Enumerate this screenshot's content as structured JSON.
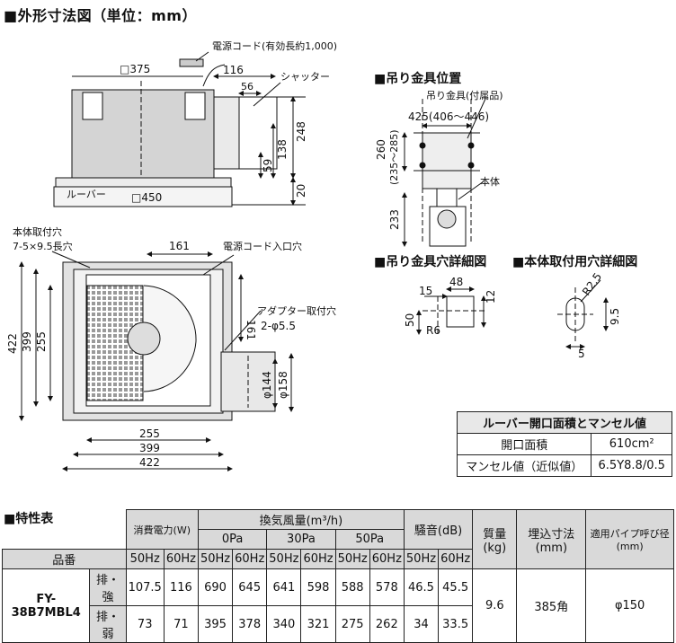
{
  "heading": "■外形寸法図（単位：mm）",
  "section_hanger_position": "■吊り金具位置",
  "section_hanger_hole": "■吊り金具穴詳細図",
  "section_body_hole": "■本体取付用穴詳細図",
  "section_spec": "■特性表",
  "side_view": {
    "power_cord": "電源コード(有効長約1,000)",
    "shutter": "シャッター",
    "louver": "ルーバー",
    "louver_size": "□450",
    "top_size": "□375",
    "d116": "116",
    "d56": "56",
    "d248": "248",
    "d138": "138",
    "d59": "59",
    "d20": "20"
  },
  "plan_view": {
    "mount_hole": "本体取付穴",
    "mount_hole_size": "7-5×9.5長穴",
    "cord_inlet": "電源コード入口穴",
    "adapter_hole": "アダプター取付穴",
    "adapter_hole_size": "2-φ5.5",
    "d161a": "161",
    "d161b": "161",
    "d422v": "422",
    "d399v": "399",
    "d255v": "255",
    "d255h": "255",
    "d399h": "399",
    "d422h": "422",
    "d144": "φ144",
    "d158": "φ158"
  },
  "hanger": {
    "hanger_part": "吊り金具(付属品)",
    "dim_425": "425(406～446)",
    "dim_260": "260",
    "dim_260r": "(235～285)",
    "body": "本体",
    "dim_233": "233"
  },
  "hanger_hole": {
    "d15": "15",
    "d48": "48",
    "d12": "12",
    "d50": "50",
    "r6": "R6"
  },
  "body_hole": {
    "r25": "R2.5",
    "d95": "9.5",
    "d5": "5"
  },
  "louver_table": {
    "title": "ルーバー開口面積とマンセル値",
    "row1_label": "開口面積",
    "row1_value": "610cm²",
    "row2_label": "マンセル値（近似値）",
    "row2_value": "6.5Y8.8/0.5"
  },
  "spec_table": {
    "h_power": "消費電力(W)",
    "h_airflow": "換気風量(m³/h)",
    "h_noise": "騒音(dB)",
    "h_mass": "質量(kg)",
    "h_embed": "埋込寸法(mm)",
    "h_pipe": "適用パイプ呼び径(mm)",
    "p0": "0Pa",
    "p30": "30Pa",
    "p50": "50Pa",
    "hz50": "50Hz",
    "hz60": "60Hz",
    "h_model": "品番",
    "model": "FY-38B7MBL4",
    "mode_strong": "排・強",
    "mode_weak": "排・弱",
    "strong": [
      "107.5",
      "116",
      "690",
      "645",
      "641",
      "598",
      "588",
      "578",
      "46.5",
      "45.5"
    ],
    "weak": [
      "73",
      "71",
      "395",
      "378",
      "340",
      "321",
      "275",
      "262",
      "34",
      "33.5"
    ],
    "mass": "9.6",
    "embed": "385角",
    "pipe": "φ150"
  }
}
